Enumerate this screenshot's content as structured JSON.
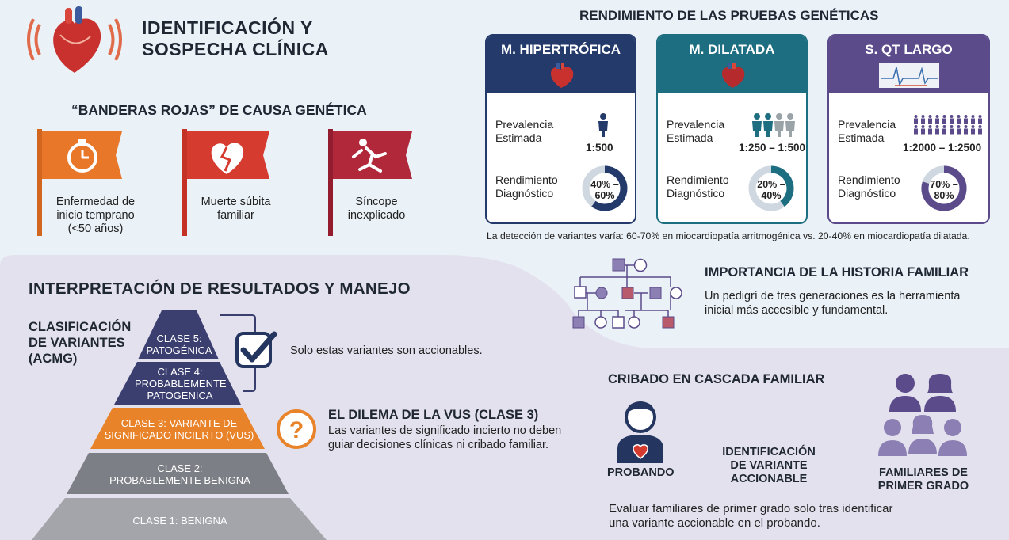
{
  "colors": {
    "hcm": "#243a6b",
    "dcm": "#1d6e80",
    "lqt": "#5b4b8a",
    "flag_orange": "#e9772a",
    "flag_red": "#d63b2f",
    "flag_crimson": "#b0283a",
    "pyr_dark": "#3b3f70",
    "pyr_orange": "#e8832a",
    "pyr_gray": "#7d7f86",
    "pyr_light": "#a3a5ab"
  },
  "header": {
    "title_line1": "IDENTIFICACIÓN Y",
    "title_line2": "SOSPECHA CLÍNICA"
  },
  "flags": {
    "title": "“BANDERAS ROJAS” DE CAUSA GENÉTICA",
    "items": [
      {
        "icon": "stopwatch-icon",
        "l1": "Enfermedad de",
        "l2": "inicio temprano",
        "l3": "(<50 años)"
      },
      {
        "icon": "broken-heart-icon",
        "l1": "Muerte súbita",
        "l2": "familiar"
      },
      {
        "icon": "falling-person-icon",
        "l1": "Síncope",
        "l2": "inexplicado"
      }
    ]
  },
  "genetic": {
    "title": "RENDIMIENTO DE LAS PRUEBAS GENÉTICAS",
    "prev_l1": "Prevalencia",
    "prev_l2": "Estimada",
    "diag_l1": "Rendimiento",
    "diag_l2": "Diagnóstico",
    "cards": [
      {
        "name": "M. HIPERTRÓFICA",
        "prevalence": "1:500",
        "yield_top": "40% –",
        "yield_bot": "60%",
        "fill": 0.6,
        "icon": "heart-icon"
      },
      {
        "name": "M. DILATADA",
        "prevalence": "1:250 – 1:500",
        "yield_top": "20% –",
        "yield_bot": "40%",
        "fill": 0.4,
        "icon": "heart-icon"
      },
      {
        "name": "S. QT LARGO",
        "prevalence": "1:2000 – 1:2500",
        "yield_top": "70% –",
        "yield_bot": "80%",
        "fill": 0.8,
        "icon": "ecg-icon"
      }
    ],
    "footnote": "La detección de variantes varía: 60-70% en miocardiopatía arritmogénica vs. 20-40% en miocardiopatía dilatada."
  },
  "history": {
    "title": "IMPORTANCIA DE LA HISTORIA FAMILIAR",
    "l1": "Un pedigrí de tres generaciones es la herramienta",
    "l2": "inicial más accesible y fundamental."
  },
  "interp": {
    "title": "INTERPRETACIÓN DE RESULTADOS Y MANEJO",
    "class_l1": "CLASIFICACIÓN",
    "class_l2": "DE VARIANTES",
    "class_l3": "(ACMG)",
    "levels": [
      {
        "l1": "CLASE 5:",
        "l2": "PATOGÉNICA"
      },
      {
        "l1": "CLASE 4:",
        "l2": "PROBABLEMENTE",
        "l3": "PATOGENICA"
      },
      {
        "l1": "CLASE 3: VARIANTE DE",
        "l2": "SIGNIFICADO INCIERTO (VUS)"
      },
      {
        "l1": "CLASE 2:",
        "l2": "PROBABLEMENTE BENIGNA"
      },
      {
        "l1": "CLASE 1: BENIGNA"
      }
    ],
    "actionable": "Solo estas variantes son accionables.",
    "vus_title": "EL DILEMA DE LA VUS (CLASE 3)",
    "vus_l1": "Las variantes de significado incierto no deben",
    "vus_l2": "guiar decisiones clínicas ni cribado familiar."
  },
  "cascade": {
    "title": "CRIBADO EN CASCADA FAMILIAR",
    "proband": "PROBANDO",
    "ident_l1": "IDENTIFICACIÓN",
    "ident_l2": "DE VARIANTE",
    "ident_l3": "ACCIONABLE",
    "family_l1": "FAMILIARES DE",
    "family_l2": "PRIMER GRADO",
    "note_l1": "Evaluar familiares de primer grado solo tras identificar",
    "note_l2": "una variante accionable en el probando."
  }
}
